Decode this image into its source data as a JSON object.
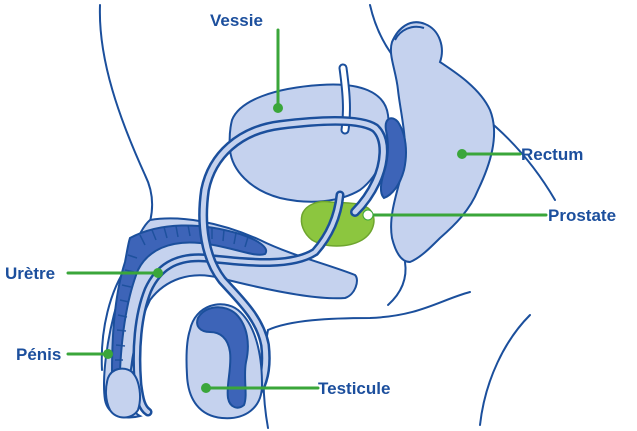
{
  "colors": {
    "background": "#ffffff",
    "outline": "#1b4f9c",
    "organ_fill": "#c5d2ee",
    "dark_tissue": "#3d64b8",
    "prostate": "#8cc63f",
    "leader": "#3aa63a",
    "label_text": "#1c4f9d"
  },
  "labels": {
    "bladder": "Vessie",
    "rectum": "Rectum",
    "prostate": "Prostate",
    "urethra": "Urètre",
    "penis": "Pénis",
    "testicle": "Testicule"
  }
}
